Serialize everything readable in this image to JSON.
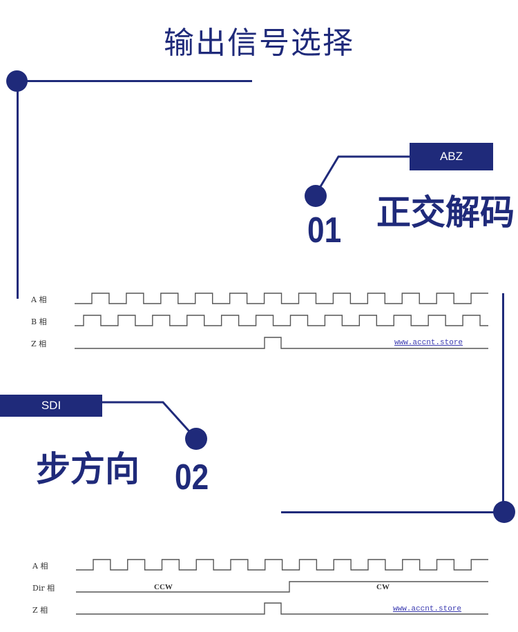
{
  "title": "输出信号选择",
  "section1": {
    "badge": "ABZ",
    "heading": "正交解码",
    "number": "01",
    "signals": [
      {
        "label": "A 相"
      },
      {
        "label": "B 相"
      },
      {
        "label": "Z 相"
      }
    ],
    "url": "www.accnt.store",
    "cycles": 12
  },
  "section2": {
    "badge": "SDI",
    "heading": "步方向",
    "number": "02",
    "signals": [
      {
        "label": "A 相"
      },
      {
        "label": "Dir 相"
      },
      {
        "label": "Z 相"
      }
    ],
    "ccw": "CCW",
    "cw": "CW",
    "url": "www.accnt.store",
    "cycles": 12
  },
  "colors": {
    "accent": "#1f2a7a",
    "wave": "#555555"
  }
}
